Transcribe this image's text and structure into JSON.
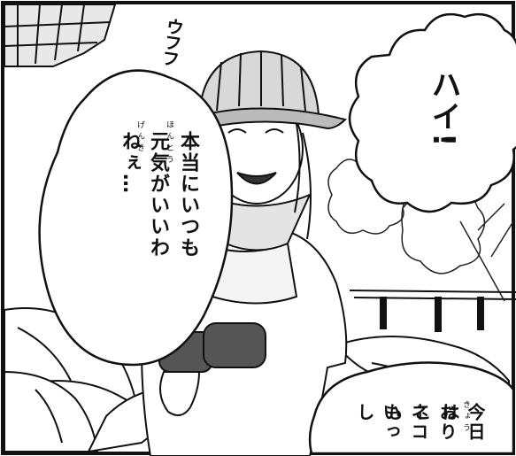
{
  "panel": {
    "sfx": "ウフフ",
    "bubble_left": {
      "lines": [
        "本当にいつも",
        "元気がいいわ",
        "ねぇ…"
      ],
      "ruby": [
        "ほんとう",
        "げんき"
      ]
    },
    "bubble_right": {
      "text": "ハイ!"
    },
    "bubble_bottom": {
      "lines": [
        "今日は",
        "おりこ",
        "ネコも",
        "いっし"
      ],
      "ruby": [
        "きょう"
      ]
    }
  }
}
